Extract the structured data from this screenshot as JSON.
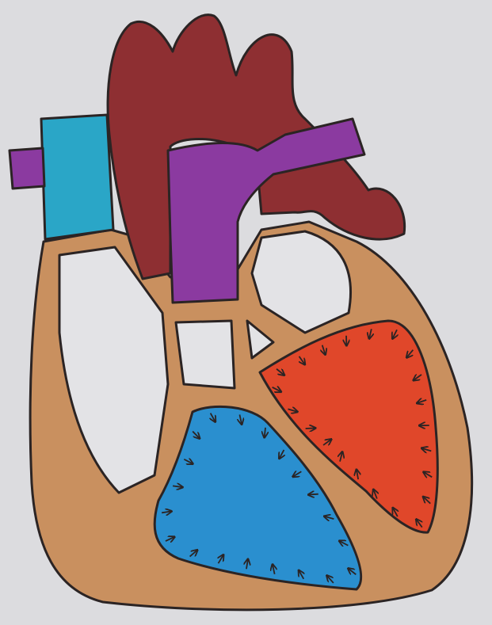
{
  "diagram": {
    "subject": "heart-cross-section",
    "colors": {
      "paper": "#dcdcdf",
      "aorta": "#8e2f32",
      "pulmonary_artery": "#8b3aa0",
      "vena_cava": "#2aa6c7",
      "muscle_wall": "#c9905f",
      "right_ventricle": "#2a8fcf",
      "left_ventricle": "#e0472a",
      "chamber_cavity": "#e3e3e6",
      "outline": "#2b2424"
    },
    "parts": [
      {
        "id": "aorta",
        "color_key": "aorta"
      },
      {
        "id": "pulmonary-artery",
        "color_key": "pulmonary_artery"
      },
      {
        "id": "superior-vena-cava",
        "color_key": "vena_cava"
      },
      {
        "id": "heart-wall",
        "color_key": "muscle_wall"
      },
      {
        "id": "right-ventricle",
        "color_key": "right_ventricle"
      },
      {
        "id": "left-ventricle",
        "color_key": "left_ventricle"
      }
    ],
    "contraction_arrows": {
      "right_ventricle_count": 20,
      "left_ventricle_count": 22,
      "direction": "inward"
    }
  }
}
